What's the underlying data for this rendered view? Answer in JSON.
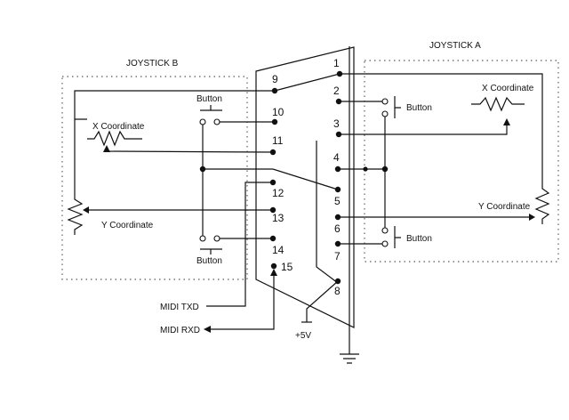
{
  "joystick_a": {
    "title": "JOYSTICK A",
    "x_label": "X Coordinate",
    "y_label": "Y Coordinate",
    "button_label": "Button"
  },
  "joystick_b": {
    "title": "JOYSTICK B",
    "x_label": "X Coordinate",
    "y_label": "Y Coordinate",
    "button_top_label": "Button",
    "button_bottom_label": "Button"
  },
  "connector": {
    "pins": [
      "1",
      "2",
      "3",
      "4",
      "5",
      "6",
      "7",
      "8",
      "9",
      "10",
      "11",
      "12",
      "13",
      "14",
      "15"
    ]
  },
  "midi": {
    "txd": "MIDI TXD",
    "rxd": "MIDI RXD"
  },
  "power": {
    "vcc": "+5V"
  }
}
